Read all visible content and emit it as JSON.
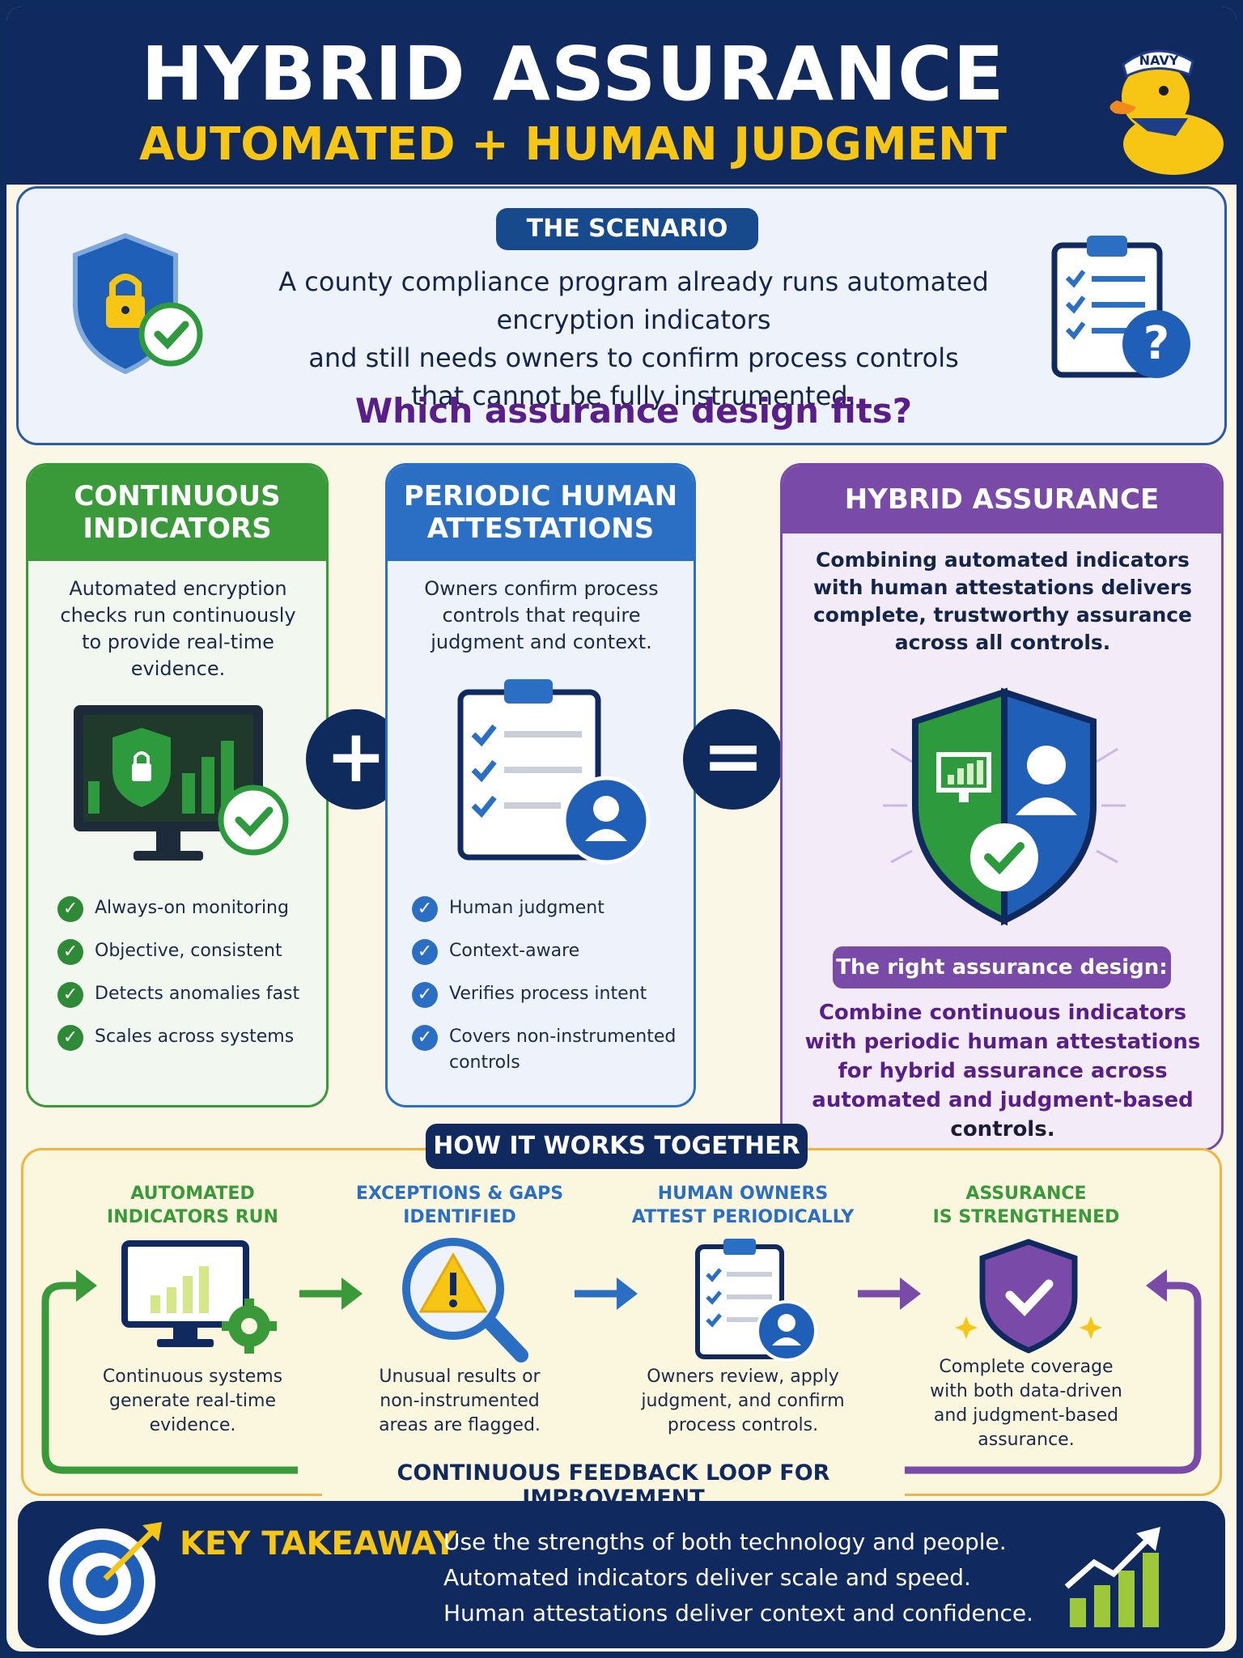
{
  "header": {
    "title": "HYBRID ASSURANCE",
    "subtitle": "AUTOMATED + HUMAN JUDGMENT",
    "duck_hat_label": "NAVY"
  },
  "scenario": {
    "label": "THE SCENARIO",
    "text_lines": [
      "A county compliance program already runs automated encryption indicators",
      "and still needs owners to confirm process controls",
      "that cannot be fully instrumented."
    ],
    "question": "Which assurance design fits?"
  },
  "cards": {
    "continuous": {
      "title_lines": [
        "CONTINUOUS",
        "INDICATORS"
      ],
      "desc_lines": [
        "Automated encryption",
        "checks run continuously",
        "to provide real-time",
        "evidence."
      ],
      "bullets": [
        "Always-on monitoring",
        "Objective, consistent",
        "Detects anomalies fast",
        "Scales across systems"
      ]
    },
    "periodic": {
      "title_lines": [
        "PERIODIC HUMAN",
        "ATTESTATIONS"
      ],
      "desc_lines": [
        "Owners confirm process",
        "controls that require",
        "judgment and context."
      ],
      "bullets": [
        "Human judgment",
        "Context-aware",
        "Verifies process intent",
        "Covers non-instrumented",
        "controls"
      ]
    },
    "hybrid": {
      "title": "HYBRID ASSURANCE",
      "desc_lines": [
        "Combining automated indicators",
        "with human attestations delivers",
        "complete, trustworthy assurance",
        "across all controls."
      ],
      "right_label": "The right assurance design:",
      "conclusion_lines": [
        "Combine continuous indicators",
        "with periodic human attestations",
        "for hybrid assurance across",
        "automated and judgment-based",
        "controls."
      ]
    },
    "plus_symbol": "+",
    "equals_symbol": "="
  },
  "how": {
    "label": "HOW IT WORKS TOGETHER",
    "steps": [
      {
        "title_lines": [
          "AUTOMATED",
          "INDICATORS RUN"
        ],
        "desc_lines": [
          "Continuous systems",
          "generate real-time",
          "evidence."
        ],
        "color": "#3a9a3a"
      },
      {
        "title_lines": [
          "EXCEPTIONS & GAPS",
          "IDENTIFIED"
        ],
        "desc_lines": [
          "Unusual results or",
          "non-instrumented",
          "areas are flagged."
        ],
        "color": "#2a6fc4"
      },
      {
        "title_lines": [
          "HUMAN OWNERS",
          "ATTEST PERIODICALLY"
        ],
        "desc_lines": [
          "Owners review, apply",
          "judgment, and confirm",
          "process controls."
        ],
        "color": "#2a6fc4"
      },
      {
        "title_lines": [
          "ASSURANCE",
          "IS STRENGTHENED"
        ],
        "desc_lines": [
          "Complete coverage",
          "with both data-driven",
          "and judgment-based",
          "assurance."
        ],
        "color": "#3a9a3a"
      }
    ],
    "loop_label": "CONTINUOUS FEEDBACK LOOP FOR IMPROVEMENT"
  },
  "takeaway": {
    "title": "KEY TAKEAWAY",
    "lines": [
      "Use the strengths of both technology and people.",
      "Automated indicators deliver scale and speed.",
      "Human attestations deliver context and confidence."
    ]
  },
  "colors": {
    "navy": "#10295e",
    "green": "#3a9a3a",
    "blue": "#2a6fc4",
    "purple": "#7a4aa8",
    "gold": "#f7c514"
  }
}
